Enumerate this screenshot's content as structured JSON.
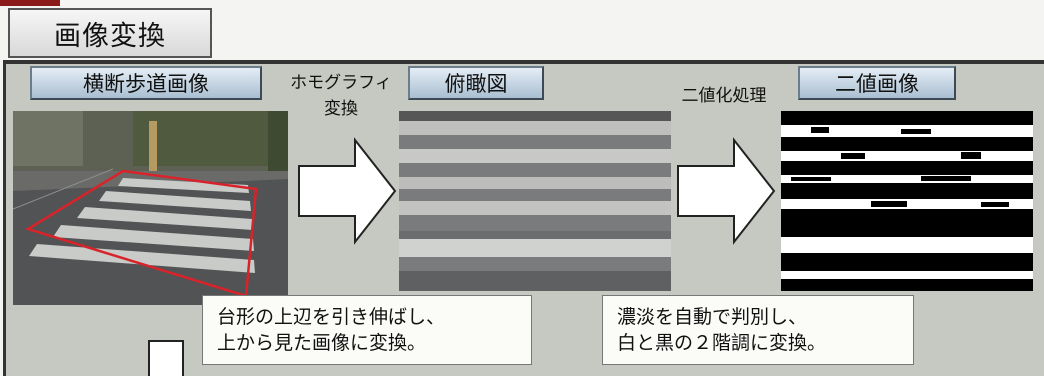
{
  "section_title": "画像変換",
  "labels": {
    "crosswalk_image": "横断歩道画像",
    "homography_line1": "ホモグラフィ",
    "homography_line2": "変換",
    "birdseye_view": "俯瞰図",
    "binarization": "二値化処理",
    "binary_image": "二値画像"
  },
  "captions": {
    "transform_line1": "台形の上辺を引き伸ばし、",
    "transform_line2": "上から見た画像に変換。",
    "binarize_line1": "濃淡を自動で判別し、",
    "binarize_line2": "白と黒の２階調に変換。"
  },
  "colors": {
    "trapezoid_outline": "#d8232a",
    "button_top": "#e4edf5",
    "button_bottom": "#a9bfd2",
    "panel_bg": "#c6c9c1"
  }
}
